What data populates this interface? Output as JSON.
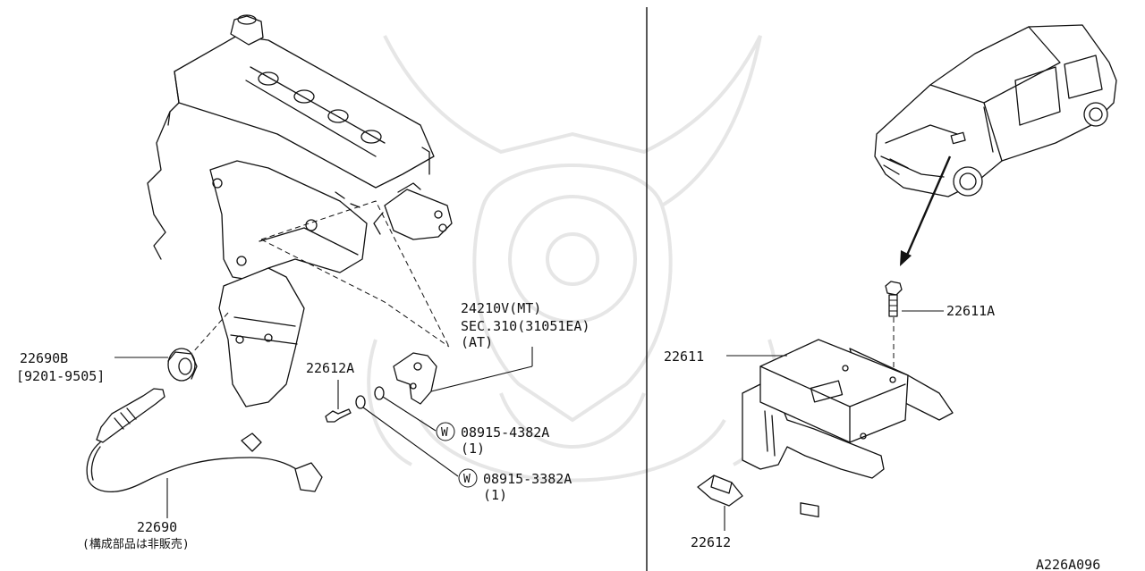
{
  "parts": {
    "p24210v": {
      "line1": "24210V(MT)",
      "line2": "SEC.310(31051EA)",
      "line3": "(AT)"
    },
    "p22690b": {
      "number": "22690B",
      "date_range": "[9201-9505]"
    },
    "p22612a": {
      "number": "22612A"
    },
    "p08915_4382a": {
      "symbol": "W",
      "number": "08915-4382A",
      "qty": "(1)"
    },
    "p08915_3382a": {
      "symbol": "W",
      "number": "08915-3382A",
      "qty": "(1)"
    },
    "p22690": {
      "number": "22690",
      "note": "(構成部品は非販売)"
    },
    "p22611": {
      "number": "22611"
    },
    "p22611a": {
      "number": "22611A"
    },
    "p22612": {
      "number": "22612"
    }
  },
  "diagram_code": "A226A096",
  "watermark_icon": "samurai-helmet-watermark-icon"
}
